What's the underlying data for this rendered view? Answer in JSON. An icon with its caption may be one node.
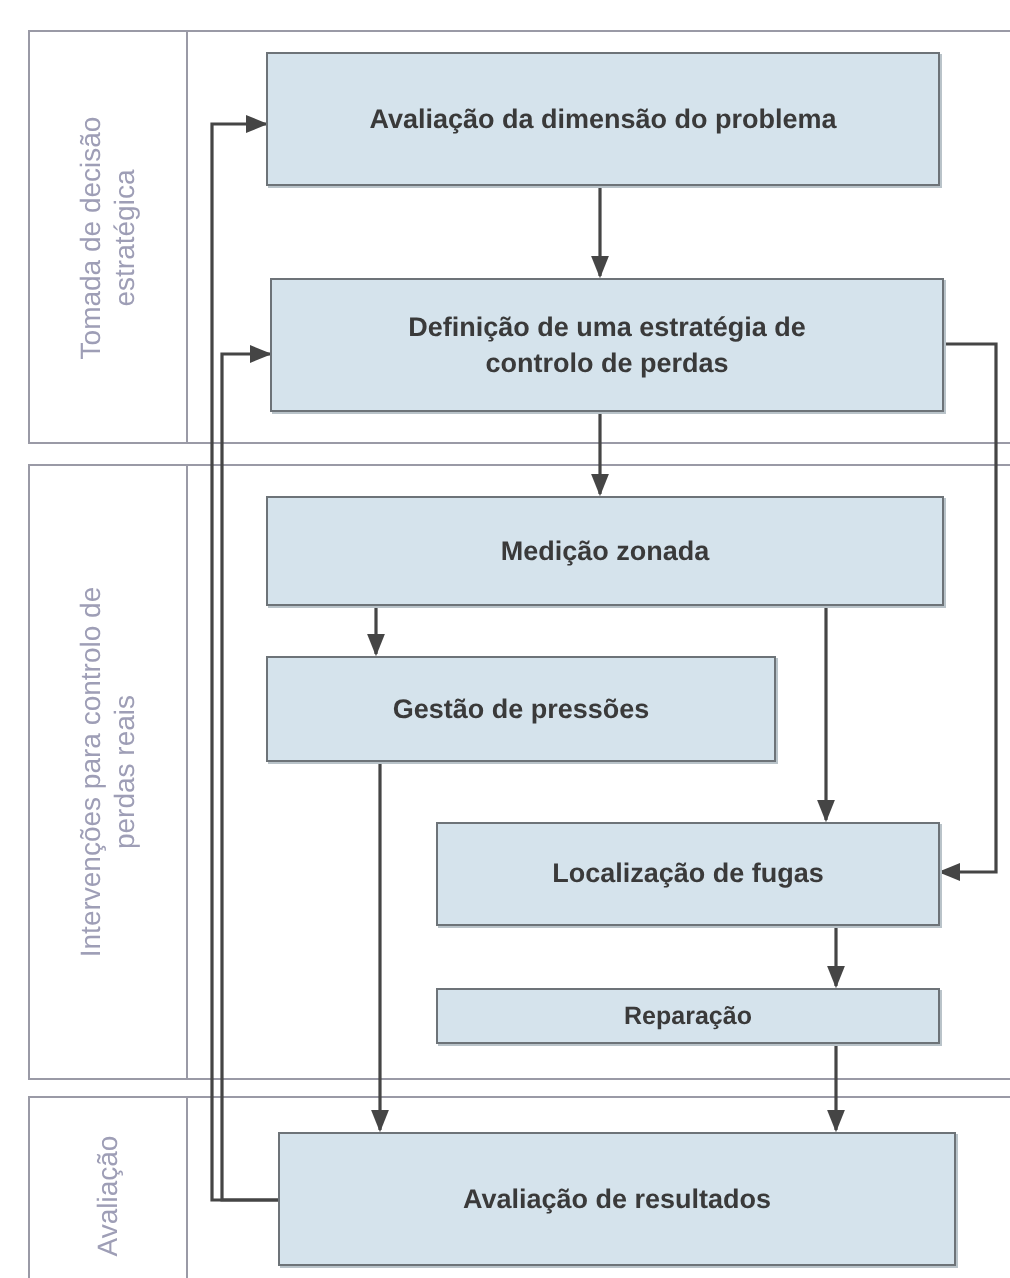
{
  "diagram": {
    "nodes": [
      {
        "text": [
          "Tomada de decisão estratégica"
        ]
      },
      {
        "text": [
          "Avaliação da dimensão do problema"
        ],
        "in": 0
      },
      {
        "text": [
          "Definição de uma estratégia de controlo de perdas"
        ],
        "in": 0
      },
      {
        "text": [
          "Intervenções para controlo de perdas reais"
        ]
      },
      {
        "text": [
          "Medição zonada"
        ],
        "in": 3
      },
      {
        "text": [
          "Gestão de pressões"
        ],
        "in": 3
      },
      {
        "text": [
          "Localização de fugas"
        ],
        "in": 3
      },
      {
        "text": [
          "Reparação"
        ],
        "in": 3
      },
      {
        "text": [
          "Avaliação"
        ]
      },
      {
        "text": [
          "Avaliação de resultados"
        ],
        "in": 8
      }
    ],
    "edges": [
      {
        "from": 1,
        "to": 2,
        "arrow": "to"
      },
      {
        "from": 2,
        "to": 4,
        "arrow": "to"
      },
      {
        "from": 4,
        "to": 5,
        "arrow": "to"
      },
      {
        "from": 4,
        "to": 6,
        "arrow": "to"
      },
      {
        "from": 2,
        "to": 6,
        "arrow": "to"
      },
      {
        "from": 5,
        "to": 9,
        "arrow": "to"
      },
      {
        "from": 6,
        "to": 7,
        "arrow": "to"
      },
      {
        "from": 7,
        "to": 9,
        "arrow": "to"
      },
      {
        "from": 9,
        "to": 1,
        "arrow": "to"
      },
      {
        "from": 9,
        "to": 2,
        "arrow": "to"
      }
    ]
  }
}
